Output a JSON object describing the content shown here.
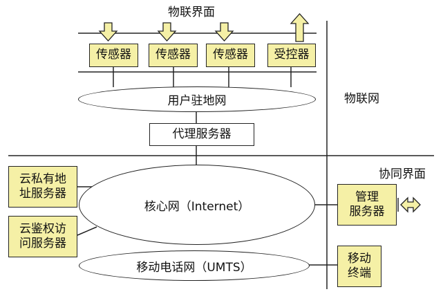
{
  "colors": {
    "box_fill": "#f5f0a6",
    "line": "#222222",
    "arrow_fill": "#f5f0a6"
  },
  "labels": {
    "iot_interface": "物联界面",
    "iot": "物联网",
    "collab_interface": "协同界面"
  },
  "devices": [
    {
      "label": "传感器",
      "arrow": "arrow-down-icon"
    },
    {
      "label": "传感器",
      "arrow": "arrow-down-icon"
    },
    {
      "label": "传感器",
      "arrow": "arrow-down-icon"
    },
    {
      "label": "受控器",
      "arrow": "arrow-up-icon"
    }
  ],
  "networks": {
    "user_premises": "用户驻地网",
    "core": "核心网（Internet）",
    "mobile": "移动电话网（UMTS）"
  },
  "proxy_server": "代理服务器",
  "left_servers": [
    {
      "line1": "云私有地",
      "line2": "址服务器"
    },
    {
      "line1": "云鉴权访",
      "line2": "问服务器"
    }
  ],
  "right_boxes": {
    "management": {
      "line1": "管理",
      "line2": "服务器",
      "arrow": "double-arrow-icon"
    },
    "mobile_terminal": {
      "line1": "移动",
      "line2": "终端"
    }
  }
}
